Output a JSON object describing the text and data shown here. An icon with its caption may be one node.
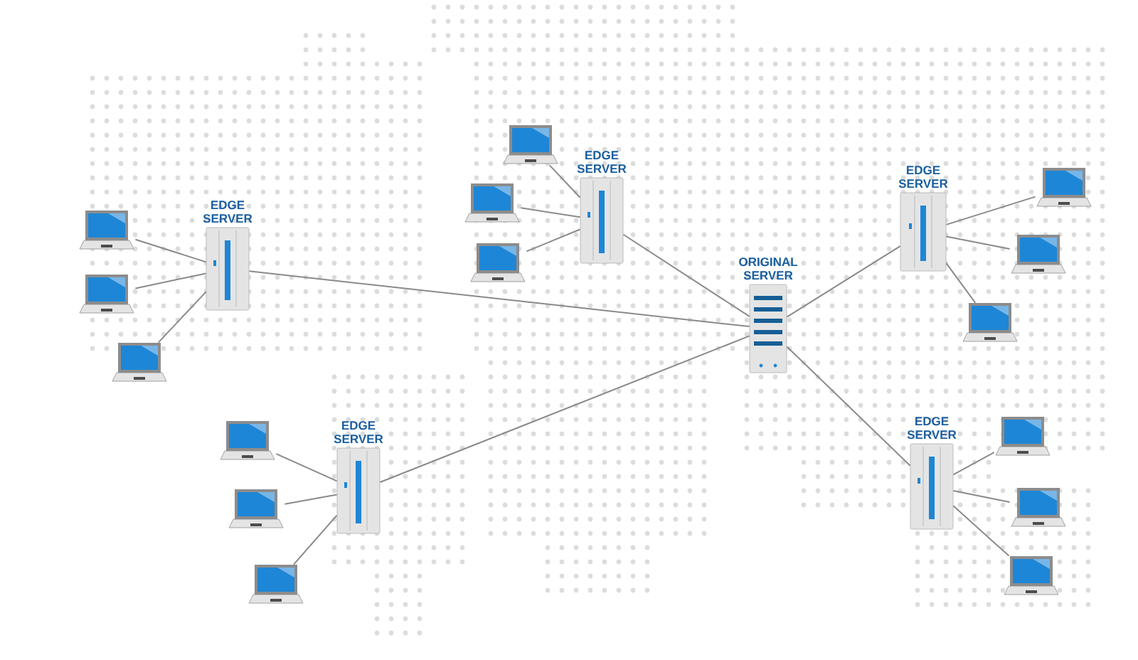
{
  "diagram": {
    "nodes": [
      {
        "text": [
          "EDGE SERVER"
        ]
      },
      {
        "text": [
          "EDGE SERVER"
        ]
      },
      {
        "text": [
          "EDGE SERVER"
        ]
      },
      {
        "text": [
          "ORIGINAL SERVER"
        ]
      },
      {
        "text": [
          "EDGE SERVER"
        ]
      },
      {
        "text": [
          "EDGE SERVER"
        ]
      },
      {
        "text": [],
        "shape": "laptop"
      },
      {
        "text": [],
        "shape": "laptop"
      },
      {
        "text": [],
        "shape": "laptop"
      },
      {
        "text": [],
        "shape": "laptop"
      },
      {
        "text": [],
        "shape": "laptop"
      },
      {
        "text": [],
        "shape": "laptop"
      },
      {
        "text": [],
        "shape": "laptop"
      },
      {
        "text": [],
        "shape": "laptop"
      },
      {
        "text": [],
        "shape": "laptop"
      },
      {
        "text": [],
        "shape": "laptop"
      },
      {
        "text": [],
        "shape": "laptop"
      },
      {
        "text": [],
        "shape": "laptop"
      },
      {
        "text": [],
        "shape": "laptop"
      },
      {
        "text": [],
        "shape": "laptop"
      },
      {
        "text": [],
        "shape": "laptop"
      }
    ],
    "edges": [
      {
        "from": 0,
        "to": 3,
        "arrow": "none"
      },
      {
        "from": 1,
        "to": 3,
        "arrow": "none"
      },
      {
        "from": 3,
        "to": 2,
        "arrow": "none"
      },
      {
        "from": 4,
        "to": 3,
        "arrow": "none"
      },
      {
        "from": 3,
        "to": 5,
        "arrow": "none"
      },
      {
        "from": 6,
        "to": 0,
        "arrow": "none"
      },
      {
        "from": 7,
        "to": 0,
        "arrow": "none"
      },
      {
        "from": 8,
        "to": 0,
        "arrow": "none"
      },
      {
        "from": 9,
        "to": 1,
        "arrow": "none"
      },
      {
        "from": 10,
        "to": 1,
        "arrow": "none"
      },
      {
        "from": 11,
        "to": 1,
        "arrow": "none"
      },
      {
        "from": 12,
        "to": 2,
        "arrow": "none"
      },
      {
        "from": 13,
        "to": 2,
        "arrow": "none"
      },
      {
        "from": 14,
        "to": 2,
        "arrow": "none"
      },
      {
        "from": 15,
        "to": 4,
        "arrow": "none"
      },
      {
        "from": 16,
        "to": 4,
        "arrow": "none"
      },
      {
        "from": 17,
        "to": 4,
        "arrow": "none"
      },
      {
        "from": 18,
        "to": 5,
        "arrow": "none"
      },
      {
        "from": 19,
        "to": 5,
        "arrow": "none"
      },
      {
        "from": 20,
        "to": 5,
        "arrow": "none"
      }
    ]
  }
}
